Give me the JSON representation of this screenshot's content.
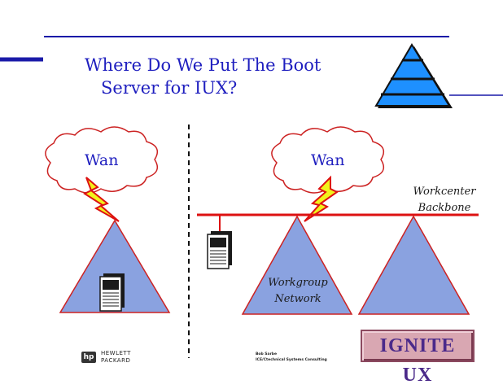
{
  "slide": {
    "title": "Where Do We Put The Boot\n   Server for IUX?",
    "left_network": {
      "cloud_label": "Wan"
    },
    "right_network": {
      "cloud_label": "Wan",
      "backbone_label": "Workcenter\nBackbone",
      "workgroup_label": "Workgroup\nNetwork"
    },
    "footer": {
      "hp_logo_mark": "hp",
      "hp_logo_text": "HEWLETT\nPACKARD",
      "credits": "Bob Sarbe\nICE/Ctechnical Systems Consulting",
      "badge": "IGNITE UX"
    }
  },
  "colors": {
    "title_blue": "#1f1fbf",
    "rule_blue": "#1a1aa8",
    "triangle_fill": "#8aa2e0",
    "triangle_stroke": "#cc2222",
    "backbone_red": "#dd1111",
    "lightning_yellow": "#f2f21a",
    "lightning_red": "#dd1111",
    "pyramid_blue": "#1e90ff",
    "badge_bg": "#d9a7b2",
    "badge_text": "#4b2a8a"
  },
  "icons": [
    "pyramid-logo-icon",
    "cloud-icon",
    "lightning-icon",
    "server-icon",
    "hp-logo-icon"
  ]
}
